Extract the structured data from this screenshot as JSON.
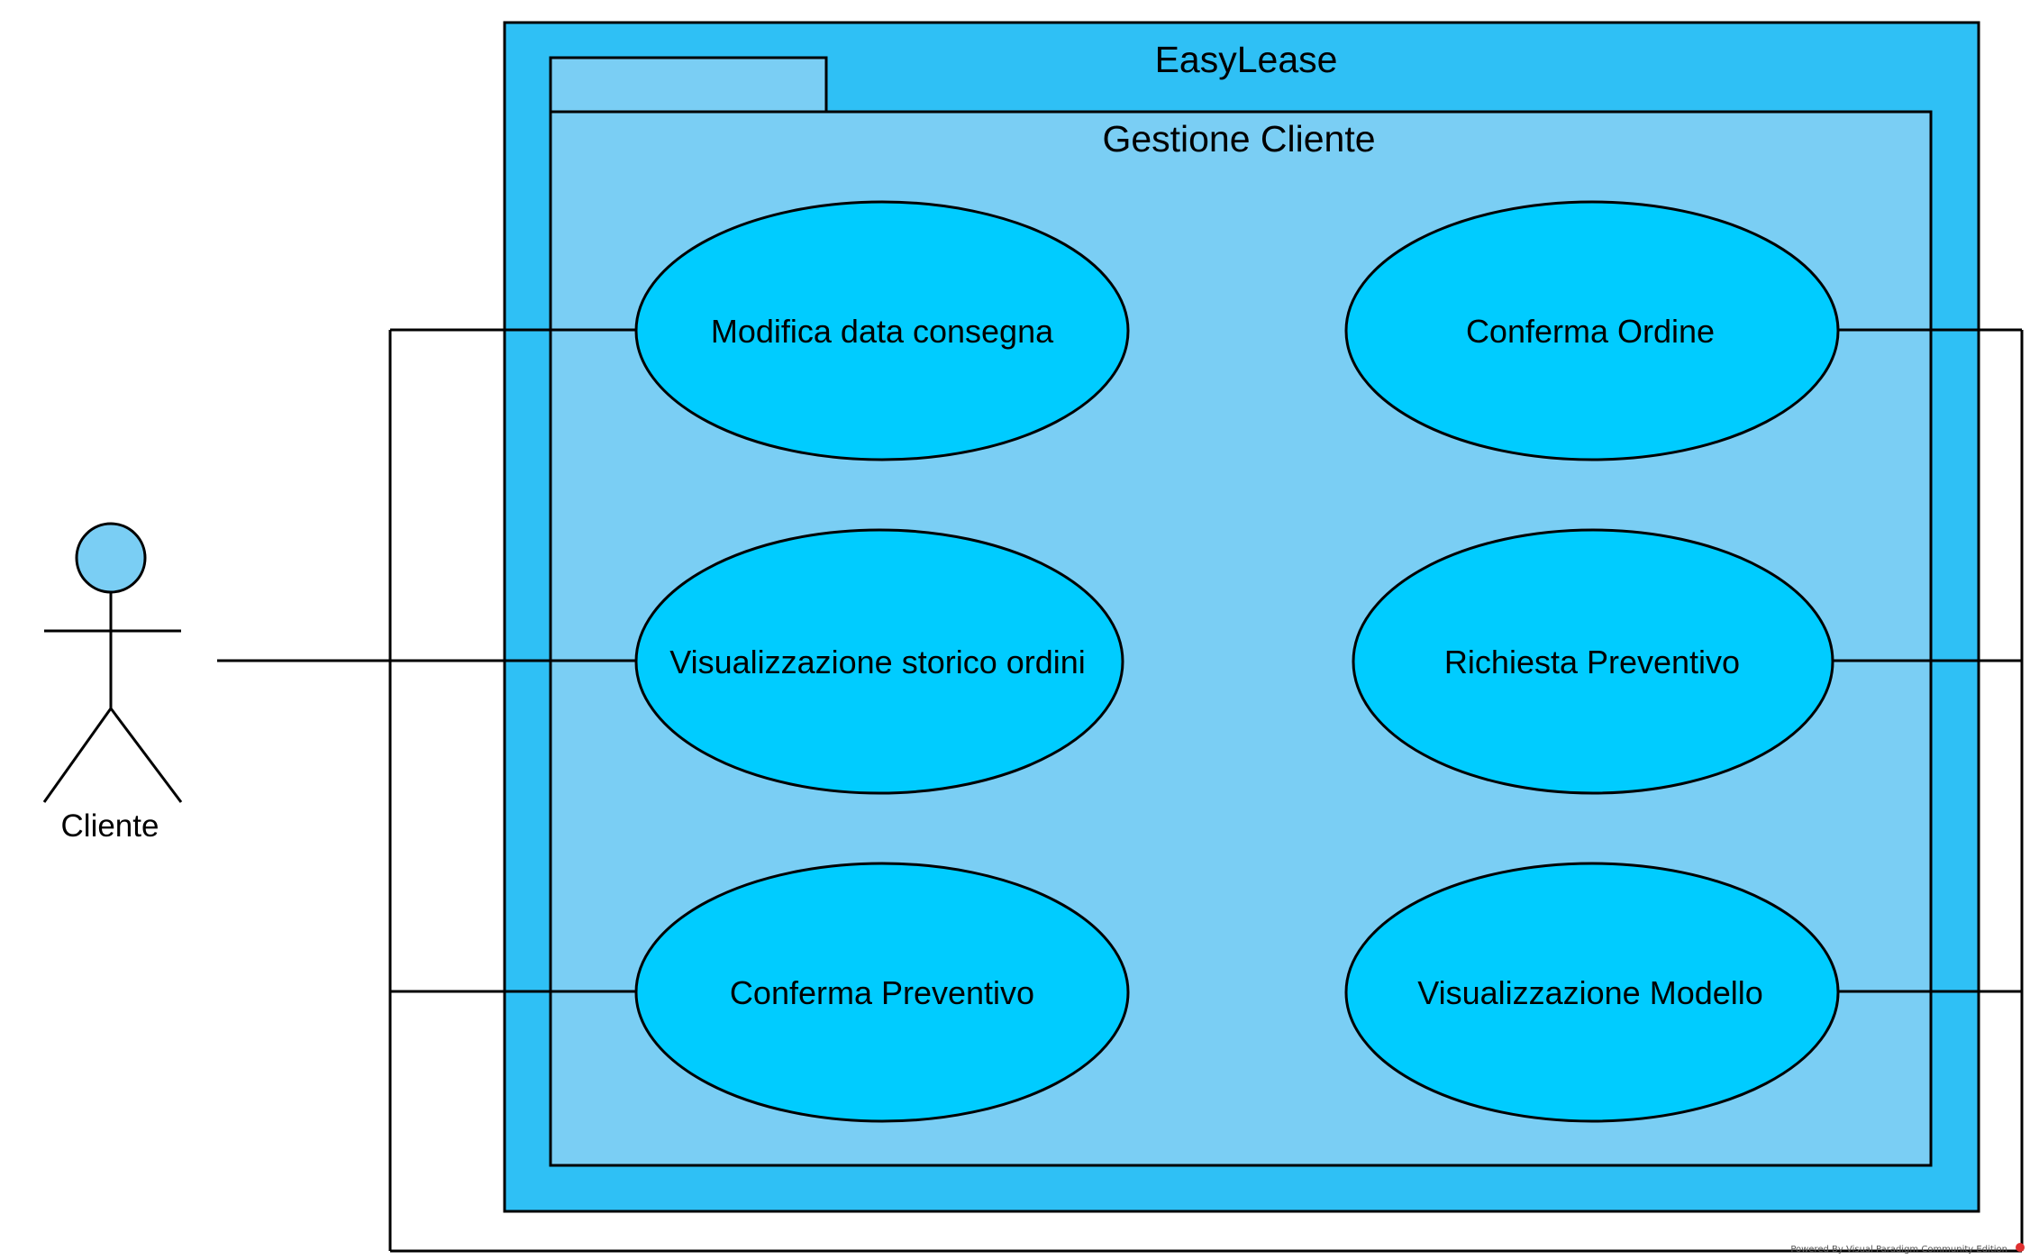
{
  "system": {
    "title": "EasyLease"
  },
  "package": {
    "title": "Gestione Cliente"
  },
  "actor": {
    "name": "Cliente"
  },
  "use_cases": {
    "modifica_data_consegna": "Modifica data consegna",
    "visualizzazione_storico_ordini": "Visualizzazione storico ordini",
    "conferma_preventivo": "Conferma Preventivo",
    "conferma_ordine": "Conferma Ordine",
    "richiesta_preventivo": "Richiesta Preventivo",
    "visualizzazione_modello": "Visualizzazione Modello"
  },
  "footer": {
    "watermark": "Powered By Visual Paradigm Community Edition"
  },
  "colors": {
    "system_fill": "#2FC0F5",
    "package_fill": "#7ACEF4",
    "use_case_fill": "#00CCFF",
    "actor_head_fill": "#7ACEF4",
    "stroke": "#000000"
  }
}
